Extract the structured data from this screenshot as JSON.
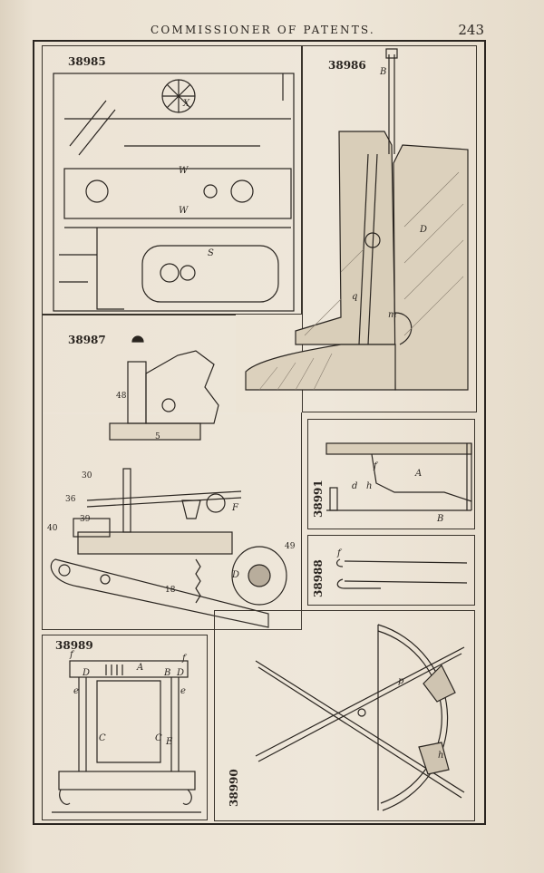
{
  "header": {
    "title": "COMMISSIONER OF PATENTS.",
    "page_number": "243"
  },
  "figures": [
    {
      "number": "38985",
      "labels": [
        "X",
        "W",
        "W",
        "S"
      ]
    },
    {
      "number": "38986",
      "labels": [
        "B",
        "D",
        "m",
        "q"
      ]
    },
    {
      "number": "38987",
      "labels": [
        "48",
        "5",
        "30",
        "36",
        "39",
        "40",
        "F",
        "D",
        "18",
        "49"
      ]
    },
    {
      "number": "38991",
      "labels": [
        "f",
        "A",
        "d",
        "h",
        "B"
      ]
    },
    {
      "number": "38988",
      "labels": [
        "f"
      ]
    },
    {
      "number": "38989",
      "labels": [
        "f",
        "f",
        "D",
        "A",
        "B",
        "D",
        "C",
        "C",
        "E",
        "e",
        "e"
      ]
    },
    {
      "number": "38990",
      "labels": [
        "p",
        "h"
      ]
    }
  ]
}
